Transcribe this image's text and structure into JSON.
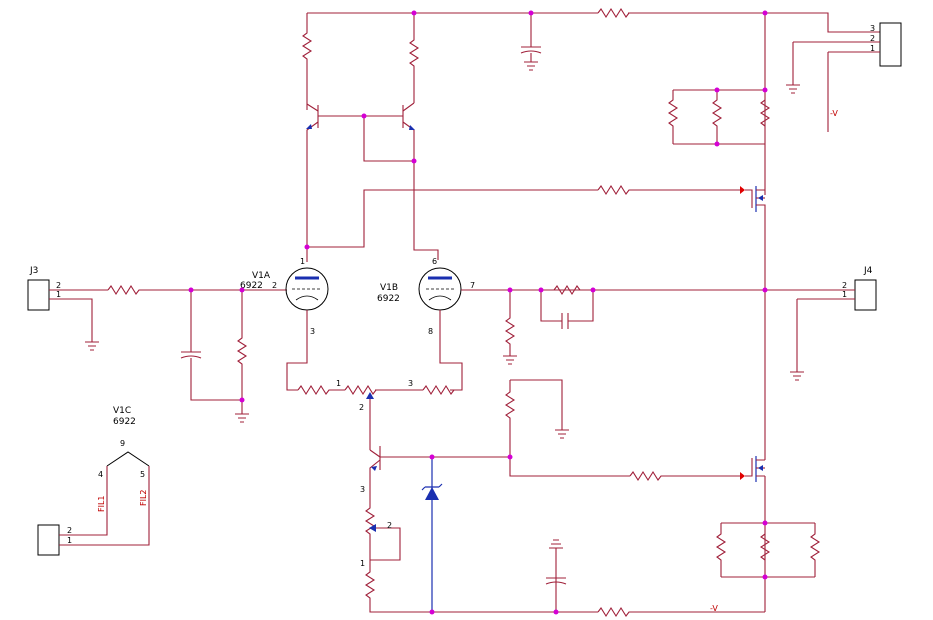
{
  "connectors": {
    "j3": {
      "ref": "J3",
      "pins": [
        "2",
        "1"
      ]
    },
    "j4": {
      "ref": "J4",
      "pins": [
        "2",
        "1"
      ]
    },
    "power": {
      "pins": [
        "3",
        "2",
        "1"
      ]
    },
    "fil": {
      "pins": [
        "2",
        "1"
      ]
    }
  },
  "tubes": {
    "v1a": {
      "ref": "V1A",
      "part": "6922",
      "pin_grid": "2",
      "pin_plate": "1",
      "pin_cathode": "3"
    },
    "v1b": {
      "ref": "V1B",
      "part": "6922",
      "pin_plate": "6",
      "pin_grid": "7",
      "pin_cathode": "8"
    },
    "v1c": {
      "ref": "V1C",
      "part": "6922",
      "pin_center": "9",
      "pin_left": "4",
      "pin_right": "5",
      "fil1": "FIL1",
      "fil2": "FIL2"
    }
  },
  "pots": {
    "cathode_pot": {
      "pin1": "1",
      "pin3": "3",
      "wiper": "2"
    },
    "source_pot": {
      "pin3": "3",
      "wiper": "2",
      "pin1": "1"
    }
  },
  "net_labels": {
    "neg_v_top": "-V",
    "neg_v_bottom": "-V"
  }
}
